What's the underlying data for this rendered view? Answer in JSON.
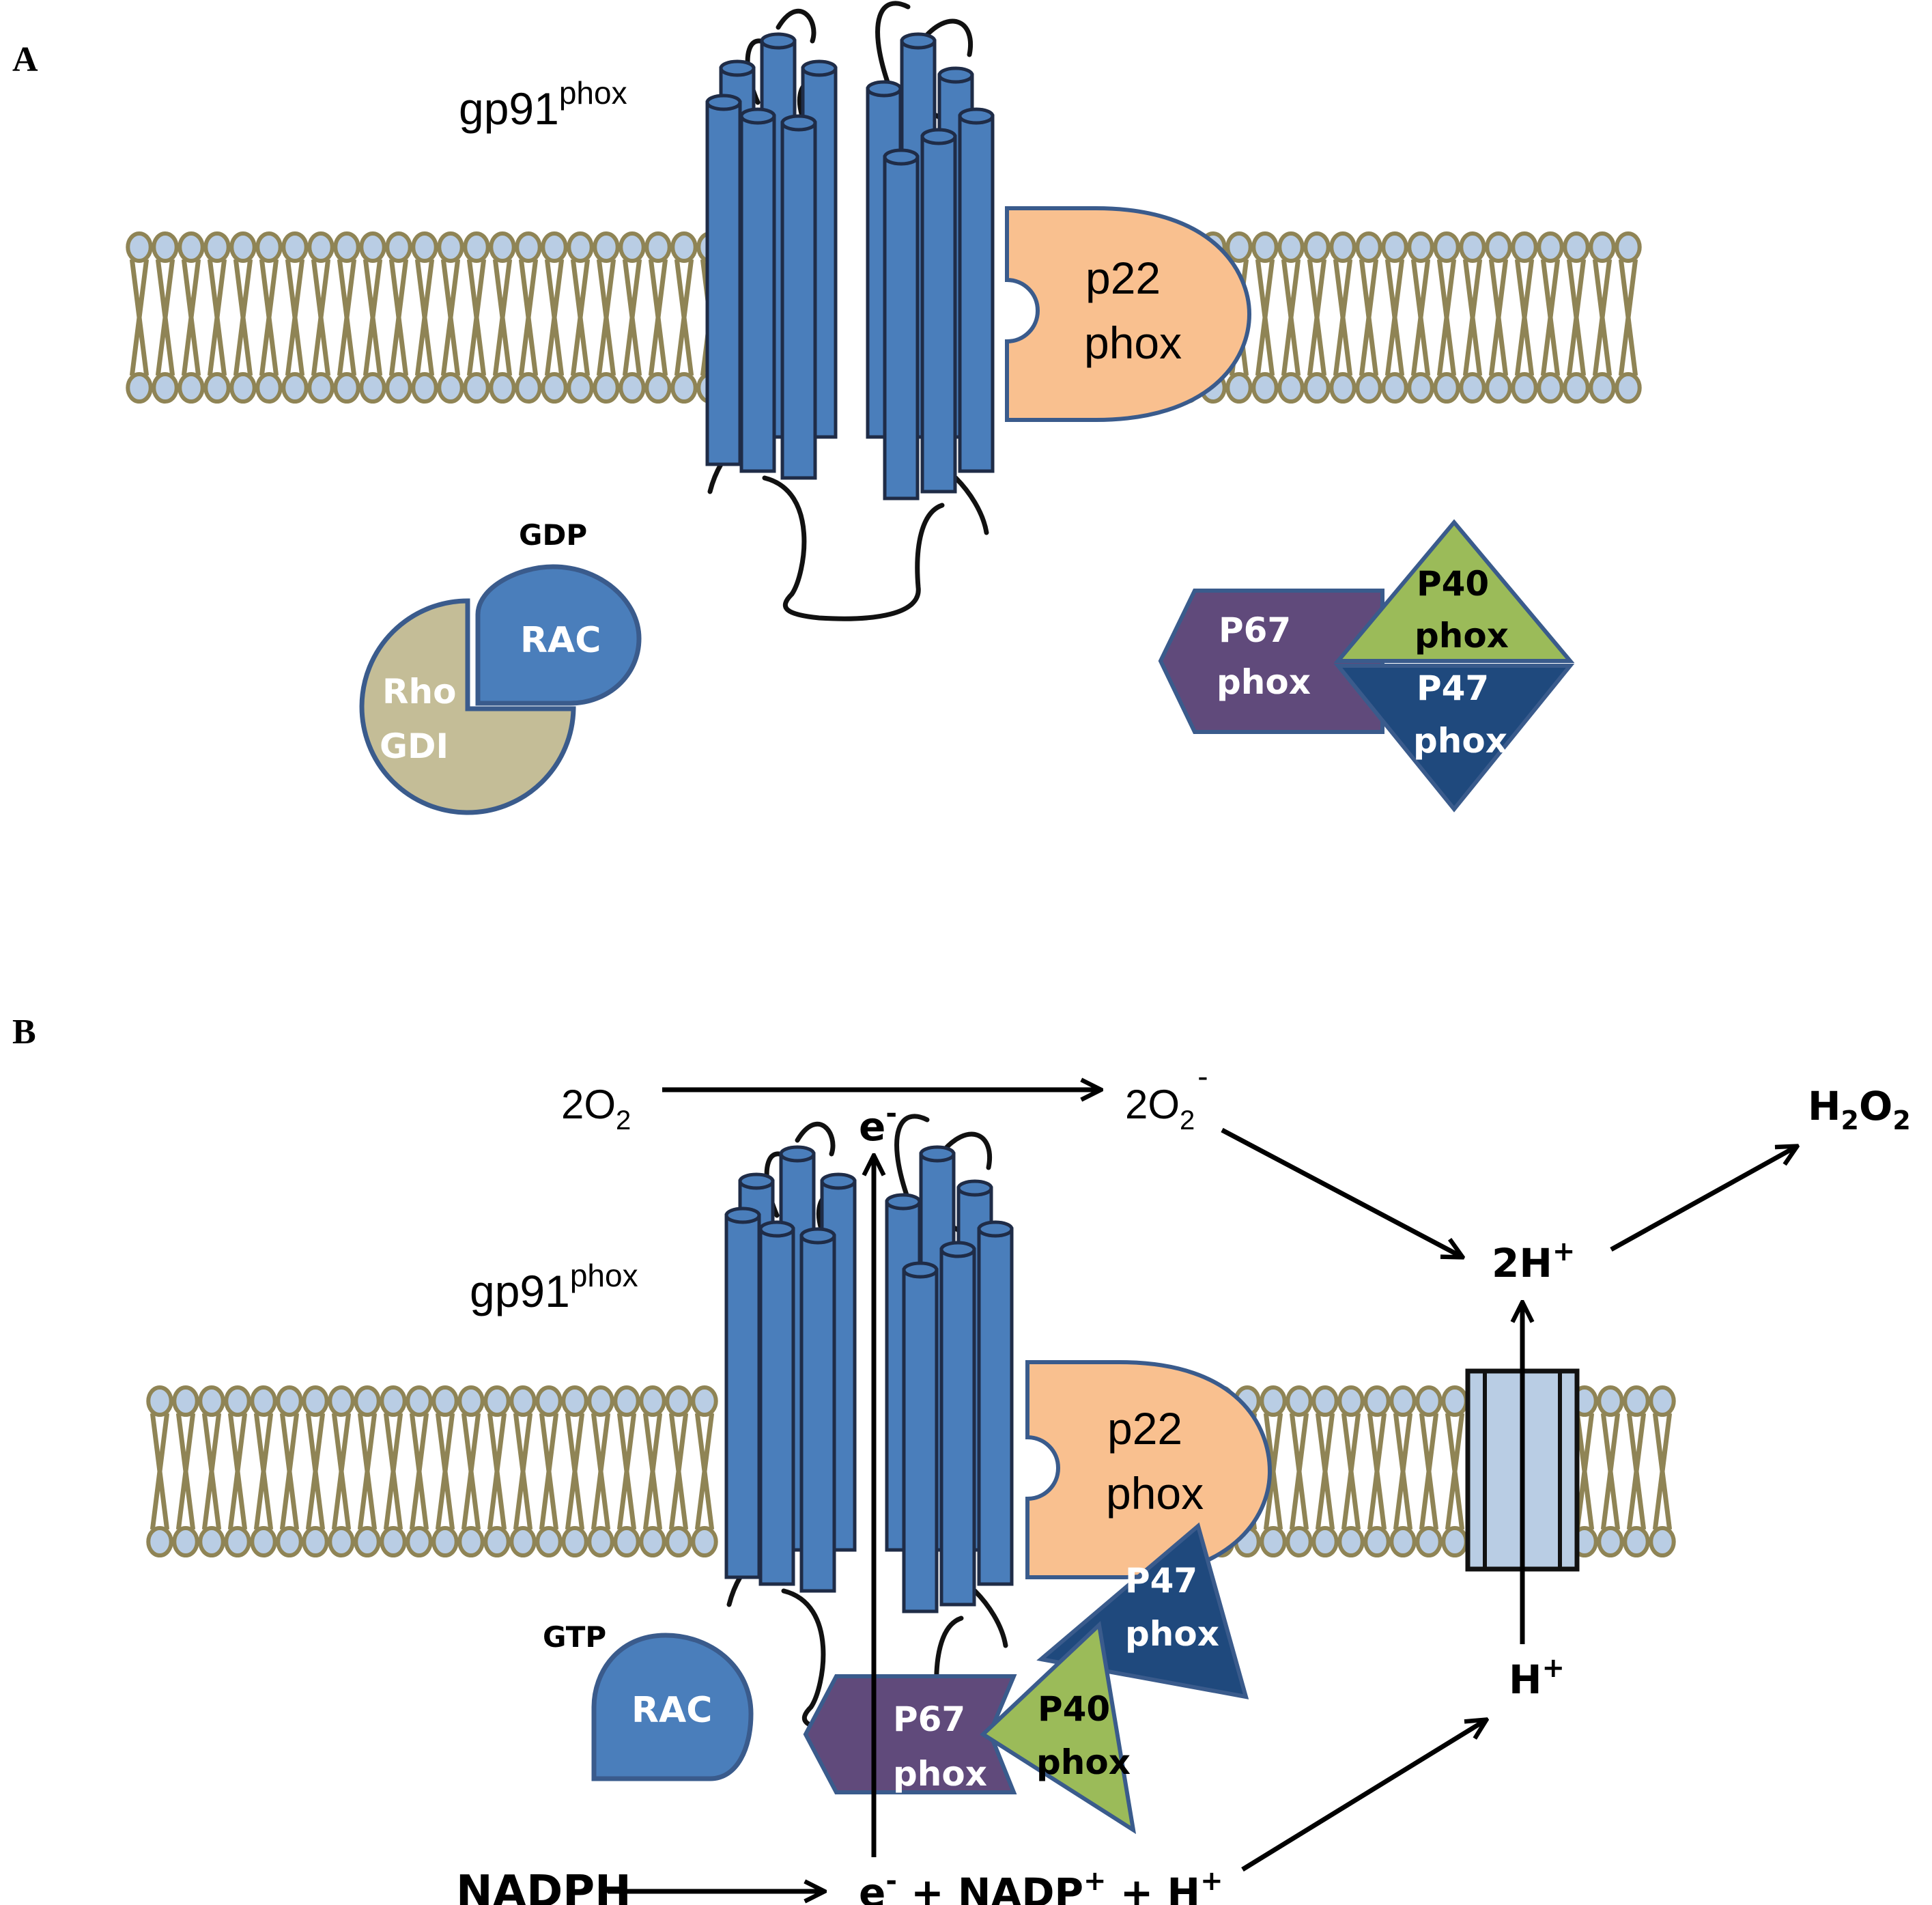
{
  "panels": {
    "a": {
      "letter": "A",
      "gp91": {
        "base": "gp91",
        "sup": "phox"
      },
      "p22": {
        "line1": "p22",
        "line2": "phox"
      },
      "gdp": "GDP",
      "rac": "RAC",
      "rhogdi": {
        "line1": "Rho",
        "line2": "GDI"
      },
      "p67": {
        "line1": "P67",
        "line2": "phox"
      },
      "p40": {
        "line1": "P40",
        "line2": "phox"
      },
      "p47": {
        "line1": "P47",
        "line2": "phox"
      }
    },
    "b": {
      "letter": "B",
      "gp91": {
        "base": "gp91",
        "sup": "phox"
      },
      "p22": {
        "line1": "p22",
        "line2": "phox"
      },
      "gtp": "GTP",
      "rac": "RAC",
      "p67": {
        "line1": "P67",
        "line2": "phox"
      },
      "p40": {
        "line1": "P40",
        "line2": "phox"
      },
      "p47": {
        "line1": "P47",
        "line2": "phox"
      },
      "o2": {
        "coef": "2O",
        "sub": "2"
      },
      "superoxide": {
        "coef": "2O",
        "sub": "2",
        "sup": "-"
      },
      "h2o2": {
        "a": "H",
        "sub1": "2",
        "b": "O",
        "sub2": "2"
      },
      "electron": {
        "base": "e",
        "sup": "-"
      },
      "two_h": {
        "base": "2H",
        "sup": "+"
      },
      "h_plus": {
        "base": "H",
        "sup": "+"
      },
      "nadph": "NADPH",
      "products": {
        "e": "e",
        "e_sup": "-",
        "nadp": " + NADP",
        "nadp_sup": "+",
        "h": " + H",
        "h_sup": "+"
      }
    }
  },
  "colors": {
    "membrane": "#8f8455",
    "lipid_head": "#b9cde4",
    "helix": "#4a7ebb",
    "p22": "#f9c08f",
    "rac": "#4a7ebb",
    "rhogdi": "#c4bd97",
    "p67": "#604a7b",
    "p40": "#9bbb59",
    "p47": "#1f497d",
    "proton_channel": "#b9cde4"
  },
  "icons": [
    "lipid-bilayer",
    "transmembrane-helix-bundle",
    "proton-channel"
  ]
}
